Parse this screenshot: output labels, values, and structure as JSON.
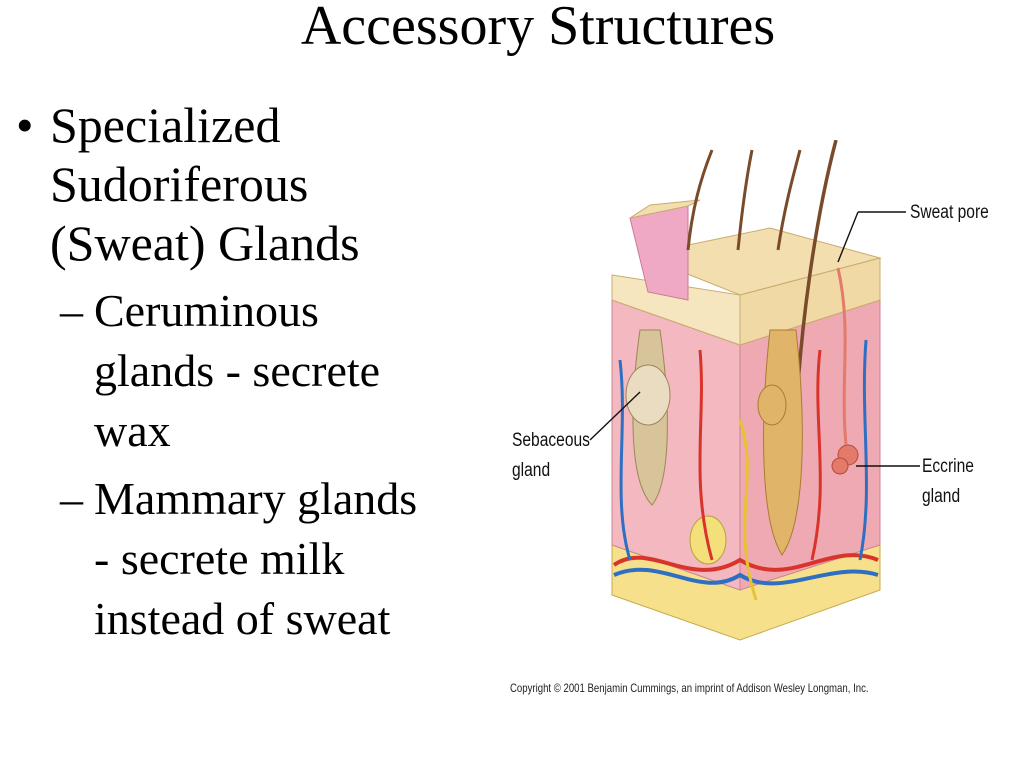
{
  "slide": {
    "title": "Accessory Structures",
    "bullet": {
      "marker": "•",
      "lines": [
        "Specialized",
        "Sudoriferous",
        "(Sweat) Glands"
      ]
    },
    "subbullets": [
      {
        "marker": "–",
        "lines": [
          "Ceruminous",
          "glands - secrete",
          "wax"
        ]
      },
      {
        "marker": "–",
        "lines": [
          "Mammary glands",
          "- secrete milk",
          "instead of sweat"
        ]
      }
    ]
  },
  "figure": {
    "labels": {
      "sweat_pore": "Sweat pore",
      "sebaceous_line1": "Sebaceous",
      "sebaceous_line2": "gland",
      "eccrine_line1": "Eccrine",
      "eccrine_line2": "gland"
    },
    "copyright": "Copyright © 2001 Benjamin Cummings, an imprint of Addison Wesley Longman, Inc.",
    "colors": {
      "epidermis": "#f3deb0",
      "dermis": "#f2b7bf",
      "fat": "#f6e08c",
      "artery": "#d9342b",
      "vein": "#2f6fc1",
      "hair": "#7a4b2a",
      "follicle": "#d8c49a",
      "nerve": "#e8c233"
    }
  }
}
